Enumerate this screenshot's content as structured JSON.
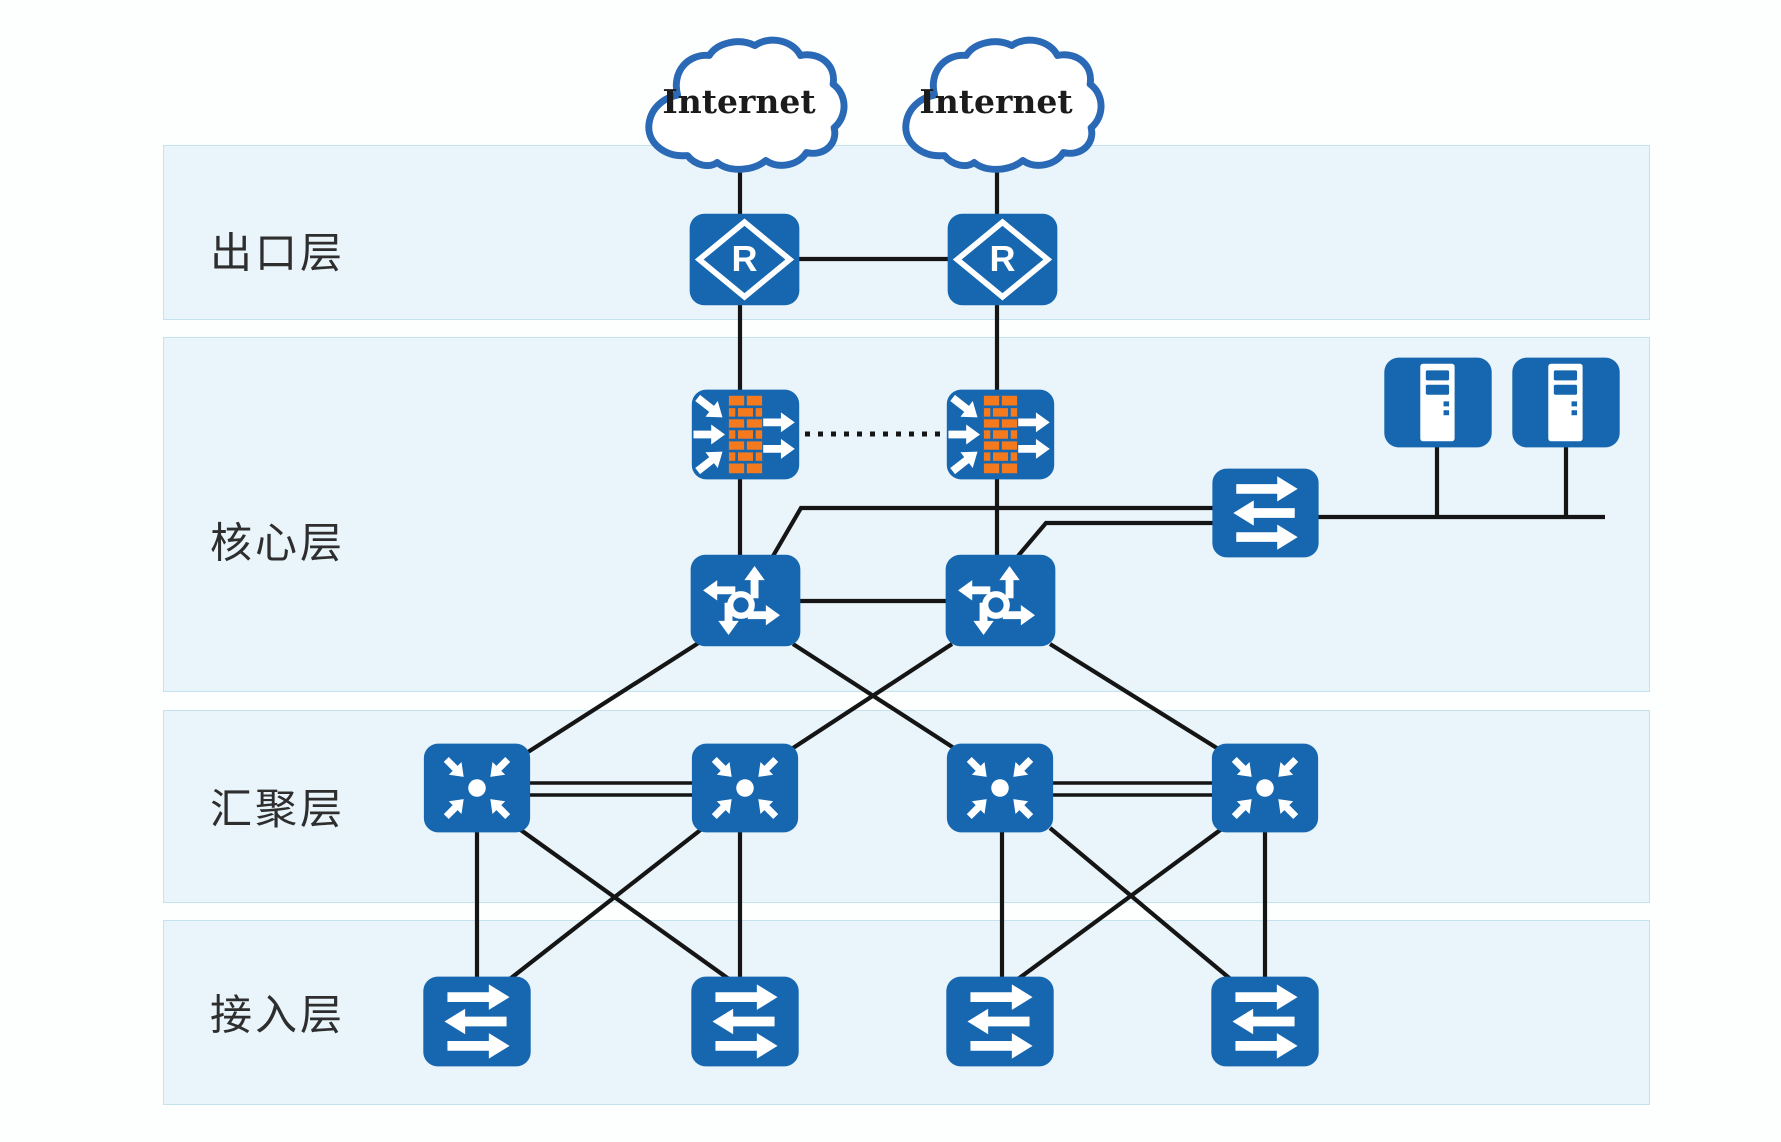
{
  "clouds": [
    {
      "label": "Internet"
    },
    {
      "label": "Internet"
    }
  ],
  "layers": [
    {
      "label": "出口层"
    },
    {
      "label": "核心层"
    },
    {
      "label": "汇聚层"
    },
    {
      "label": "接入层"
    }
  ],
  "router_glyph": "R",
  "colors": {
    "device_blue": "#1666b0",
    "brick_orange": "#f5791d",
    "cloud_stroke": "#2a69b5",
    "line_black": "#151515",
    "band_fill": "#e9f5fa",
    "band_border": "#c3e3ef",
    "label_text": "#2e2e2e"
  },
  "topology": {
    "nodes": [
      {
        "id": "internet-1",
        "type": "internet-cloud",
        "layer": ""
      },
      {
        "id": "internet-2",
        "type": "internet-cloud",
        "layer": ""
      },
      {
        "id": "router-1",
        "type": "router",
        "layer": "出口层"
      },
      {
        "id": "router-2",
        "type": "router",
        "layer": "出口层"
      },
      {
        "id": "firewall-1",
        "type": "firewall",
        "layer": "核心层"
      },
      {
        "id": "firewall-2",
        "type": "firewall",
        "layer": "核心层"
      },
      {
        "id": "core-switch-1",
        "type": "l3-switch",
        "layer": "核心层"
      },
      {
        "id": "core-switch-2",
        "type": "l3-switch",
        "layer": "核心层"
      },
      {
        "id": "server-switch",
        "type": "lan-switch",
        "layer": "核心层"
      },
      {
        "id": "server-1",
        "type": "server",
        "layer": "核心层"
      },
      {
        "id": "server-2",
        "type": "server",
        "layer": "核心层"
      },
      {
        "id": "agg-switch-1",
        "type": "aggregation-switch",
        "layer": "汇聚层"
      },
      {
        "id": "agg-switch-2",
        "type": "aggregation-switch",
        "layer": "汇聚层"
      },
      {
        "id": "agg-switch-3",
        "type": "aggregation-switch",
        "layer": "汇聚层"
      },
      {
        "id": "agg-switch-4",
        "type": "aggregation-switch",
        "layer": "汇聚层"
      },
      {
        "id": "access-switch-1",
        "type": "lan-switch",
        "layer": "接入层"
      },
      {
        "id": "access-switch-2",
        "type": "lan-switch",
        "layer": "接入层"
      },
      {
        "id": "access-switch-3",
        "type": "lan-switch",
        "layer": "接入层"
      },
      {
        "id": "access-switch-4",
        "type": "lan-switch",
        "layer": "接入层"
      }
    ],
    "links": [
      {
        "from": "internet-1",
        "to": "router-1",
        "style": "solid"
      },
      {
        "from": "internet-2",
        "to": "router-2",
        "style": "solid"
      },
      {
        "from": "router-1",
        "to": "router-2",
        "style": "solid"
      },
      {
        "from": "router-1",
        "to": "firewall-1",
        "style": "solid"
      },
      {
        "from": "router-2",
        "to": "firewall-2",
        "style": "solid"
      },
      {
        "from": "firewall-1",
        "to": "firewall-2",
        "style": "dotted"
      },
      {
        "from": "firewall-1",
        "to": "core-switch-1",
        "style": "solid"
      },
      {
        "from": "firewall-2",
        "to": "core-switch-2",
        "style": "solid"
      },
      {
        "from": "core-switch-1",
        "to": "core-switch-2",
        "style": "solid"
      },
      {
        "from": "core-switch-1",
        "to": "server-switch",
        "style": "solid"
      },
      {
        "from": "core-switch-2",
        "to": "server-switch",
        "style": "solid"
      },
      {
        "from": "server-switch",
        "to": "server-1",
        "style": "solid"
      },
      {
        "from": "server-switch",
        "to": "server-2",
        "style": "solid"
      },
      {
        "from": "core-switch-1",
        "to": "agg-switch-1",
        "style": "solid"
      },
      {
        "from": "core-switch-1",
        "to": "agg-switch-3",
        "style": "solid"
      },
      {
        "from": "core-switch-2",
        "to": "agg-switch-2",
        "style": "solid"
      },
      {
        "from": "core-switch-2",
        "to": "agg-switch-4",
        "style": "solid"
      },
      {
        "from": "agg-switch-1",
        "to": "agg-switch-2",
        "style": "double"
      },
      {
        "from": "agg-switch-3",
        "to": "agg-switch-4",
        "style": "double"
      },
      {
        "from": "agg-switch-1",
        "to": "access-switch-1",
        "style": "solid"
      },
      {
        "from": "agg-switch-1",
        "to": "access-switch-2",
        "style": "solid"
      },
      {
        "from": "agg-switch-2",
        "to": "access-switch-1",
        "style": "solid"
      },
      {
        "from": "agg-switch-2",
        "to": "access-switch-2",
        "style": "solid"
      },
      {
        "from": "agg-switch-3",
        "to": "access-switch-3",
        "style": "solid"
      },
      {
        "from": "agg-switch-3",
        "to": "access-switch-4",
        "style": "solid"
      },
      {
        "from": "agg-switch-4",
        "to": "access-switch-3",
        "style": "solid"
      },
      {
        "from": "agg-switch-4",
        "to": "access-switch-4",
        "style": "solid"
      }
    ]
  }
}
